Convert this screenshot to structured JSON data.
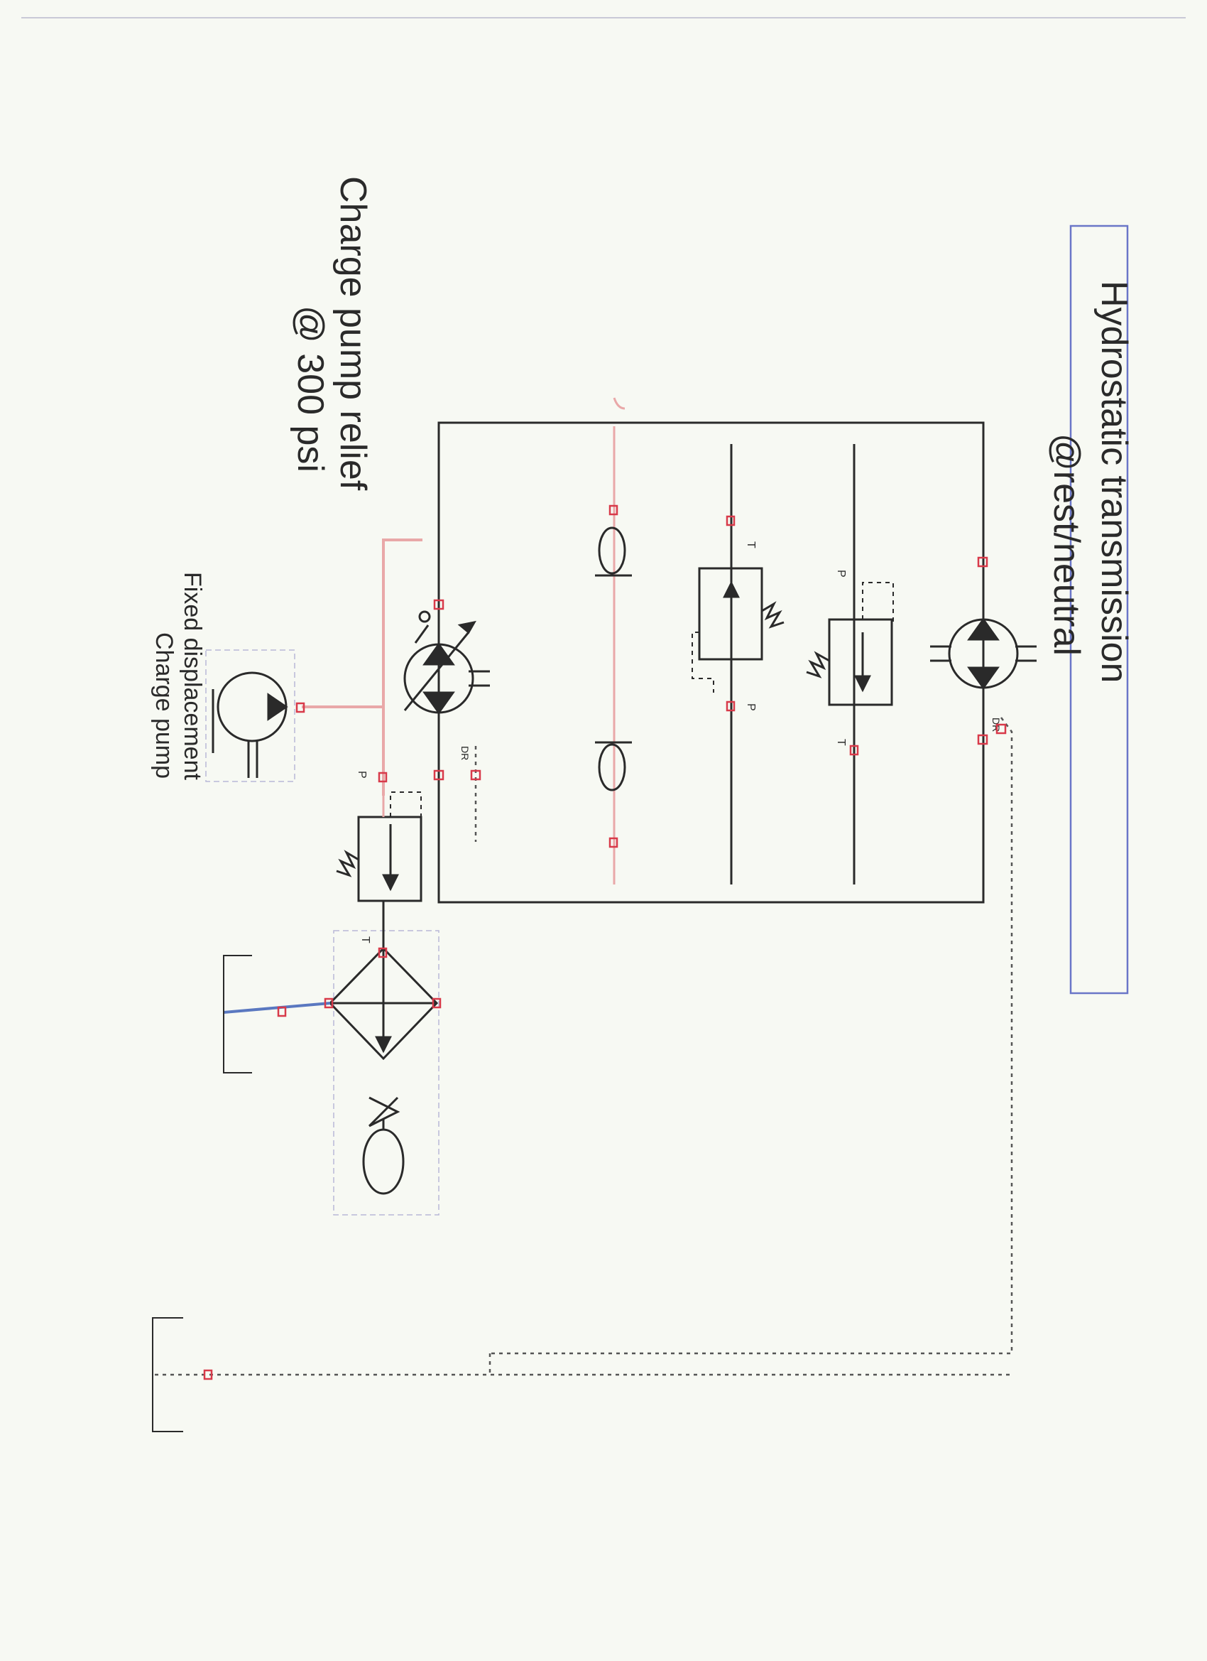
{
  "title": {
    "line1": "Hydrostatic transmission",
    "line2": "@rest/neutral"
  },
  "labels": {
    "charge_relief_line1": "Charge pump relief",
    "charge_relief_line2": "@ 300 psi",
    "charge_pump_line1": "Fixed displacement",
    "charge_pump_line2": "Charge pump"
  },
  "ports": {
    "t": "T",
    "p": "P",
    "dr": "DR"
  },
  "colors": {
    "main_line": "#2a2a2a",
    "charge_line": "#e9a8a8",
    "port_marker": "#d83a4a",
    "pilot_line": "#555555",
    "frame": "#8a8ad0",
    "title_box": "#6a76c8",
    "tank_line": "#5a78c0"
  },
  "icons": {
    "pump": "variable-pump-icon",
    "motor": "motor-icon",
    "relief": "relief-valve-icon",
    "check": "check-valve-icon",
    "filter": "filter-icon",
    "cooler": "cooler-fan-icon",
    "tank": "reservoir-icon"
  }
}
